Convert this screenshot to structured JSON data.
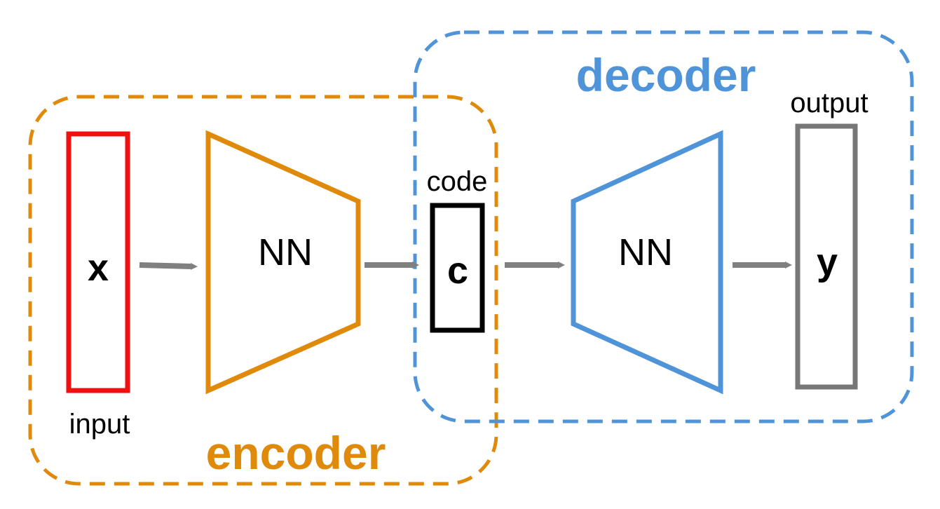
{
  "colors": {
    "encoder": "#E08A0B",
    "decoder": "#4F94D8",
    "input": "#F01010",
    "code": "#000000",
    "output": "#777777",
    "arrow": "#808080"
  },
  "encoder": {
    "label": "encoder",
    "network_label": "NN"
  },
  "decoder": {
    "label": "decoder",
    "network_label": "NN"
  },
  "input": {
    "symbol": "x",
    "caption": "input"
  },
  "code": {
    "symbol": "c",
    "caption": "code"
  },
  "output": {
    "symbol": "y",
    "caption": "output"
  }
}
